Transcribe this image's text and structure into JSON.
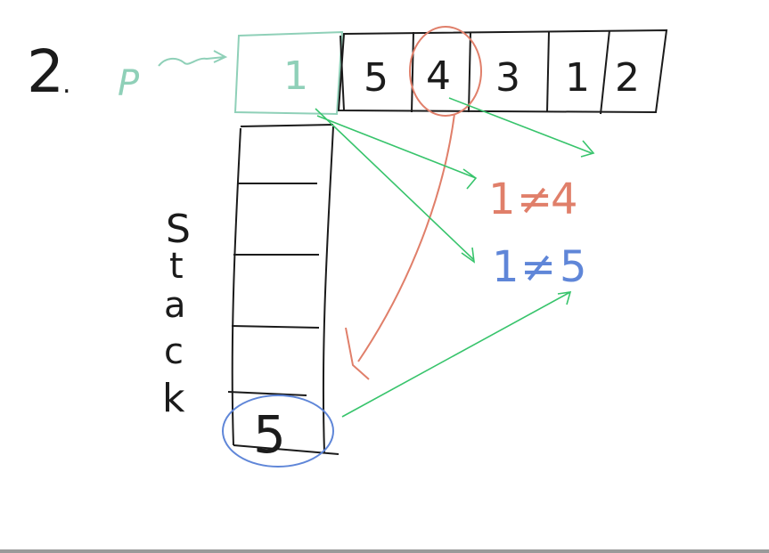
{
  "problem": {
    "number": "2",
    "dot": ".",
    "pointer_label": "P"
  },
  "array": {
    "pointer_cell": "1",
    "cells": [
      "5",
      "4",
      "3",
      "1",
      "2"
    ]
  },
  "stack": {
    "label_letters": [
      "S",
      "t",
      "a",
      "c",
      "k"
    ],
    "slots": [
      "",
      "",
      "",
      "",
      "5"
    ]
  },
  "comparisons": [
    {
      "left": "1",
      "op": "≠",
      "right": "4"
    },
    {
      "left": "1",
      "op": "≠",
      "right": "5"
    }
  ],
  "colors": {
    "ink": "#1b1b1b",
    "pointer_teal": "#8fd0b8",
    "arrow_green": "#38c46c",
    "highlight_red": "#e07f6a",
    "highlight_blue": "#5f86d8"
  }
}
